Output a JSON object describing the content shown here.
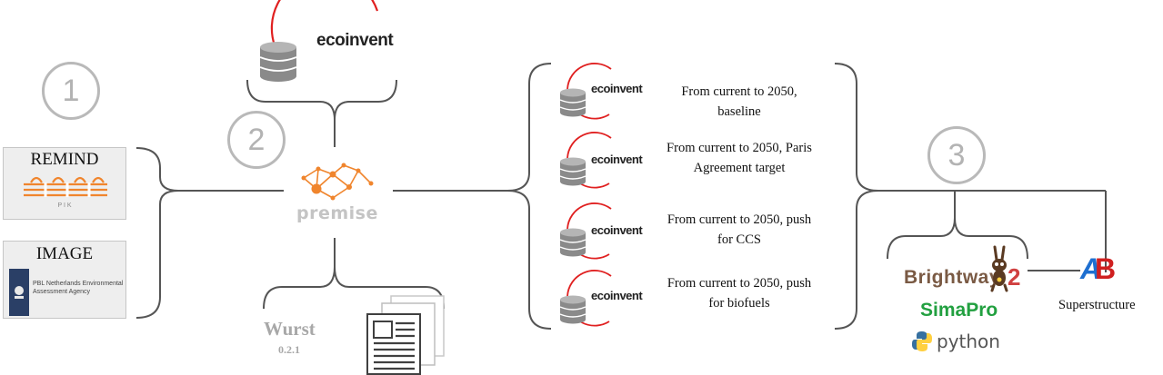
{
  "steps": [
    "1",
    "2",
    "3"
  ],
  "models": {
    "remind": {
      "title": "REMIND",
      "sub": "P I K"
    },
    "image": {
      "title": "IMAGE",
      "agency_line1": "PBL Netherlands Environmental",
      "agency_line2": "Assessment Agency"
    }
  },
  "source_db": {
    "brand": "ecoinvent"
  },
  "premise": {
    "name": "premise"
  },
  "wurst": {
    "name": "Wurst",
    "version": "0.2.1"
  },
  "scenarios": [
    {
      "brand": "ecoinvent",
      "line1": "From current to 2050,",
      "line2": "baseline"
    },
    {
      "brand": "ecoinvent",
      "line1": "From current to 2050, Paris",
      "line2": "Agreement target"
    },
    {
      "brand": "ecoinvent",
      "line1": "From current to 2050, push",
      "line2": "for CCS"
    },
    {
      "brand": "ecoinvent",
      "line1": "From current to 2050, push",
      "line2": "for biofuels"
    }
  ],
  "tools": {
    "brightway": {
      "name": "Brightway",
      "number": "2"
    },
    "simapro": {
      "name": "SimaPro"
    },
    "python": {
      "name": "python"
    },
    "superstructure": {
      "logo_a": "A",
      "logo_b": "B",
      "label": "Superstructure"
    }
  },
  "colors": {
    "bracket": "#555555",
    "step_circle": "#b9b9b9",
    "ecoinvent_red": "#e02020",
    "premise_orange": "#f0852d",
    "brightway_brown": "#7a5a44",
    "brightway_red": "#d04040",
    "simapro_green": "#22a040",
    "python_blue": "#3670a0",
    "python_yellow": "#ffd040",
    "ab_blue": "#1e6fd0",
    "ab_red": "#d02020"
  }
}
